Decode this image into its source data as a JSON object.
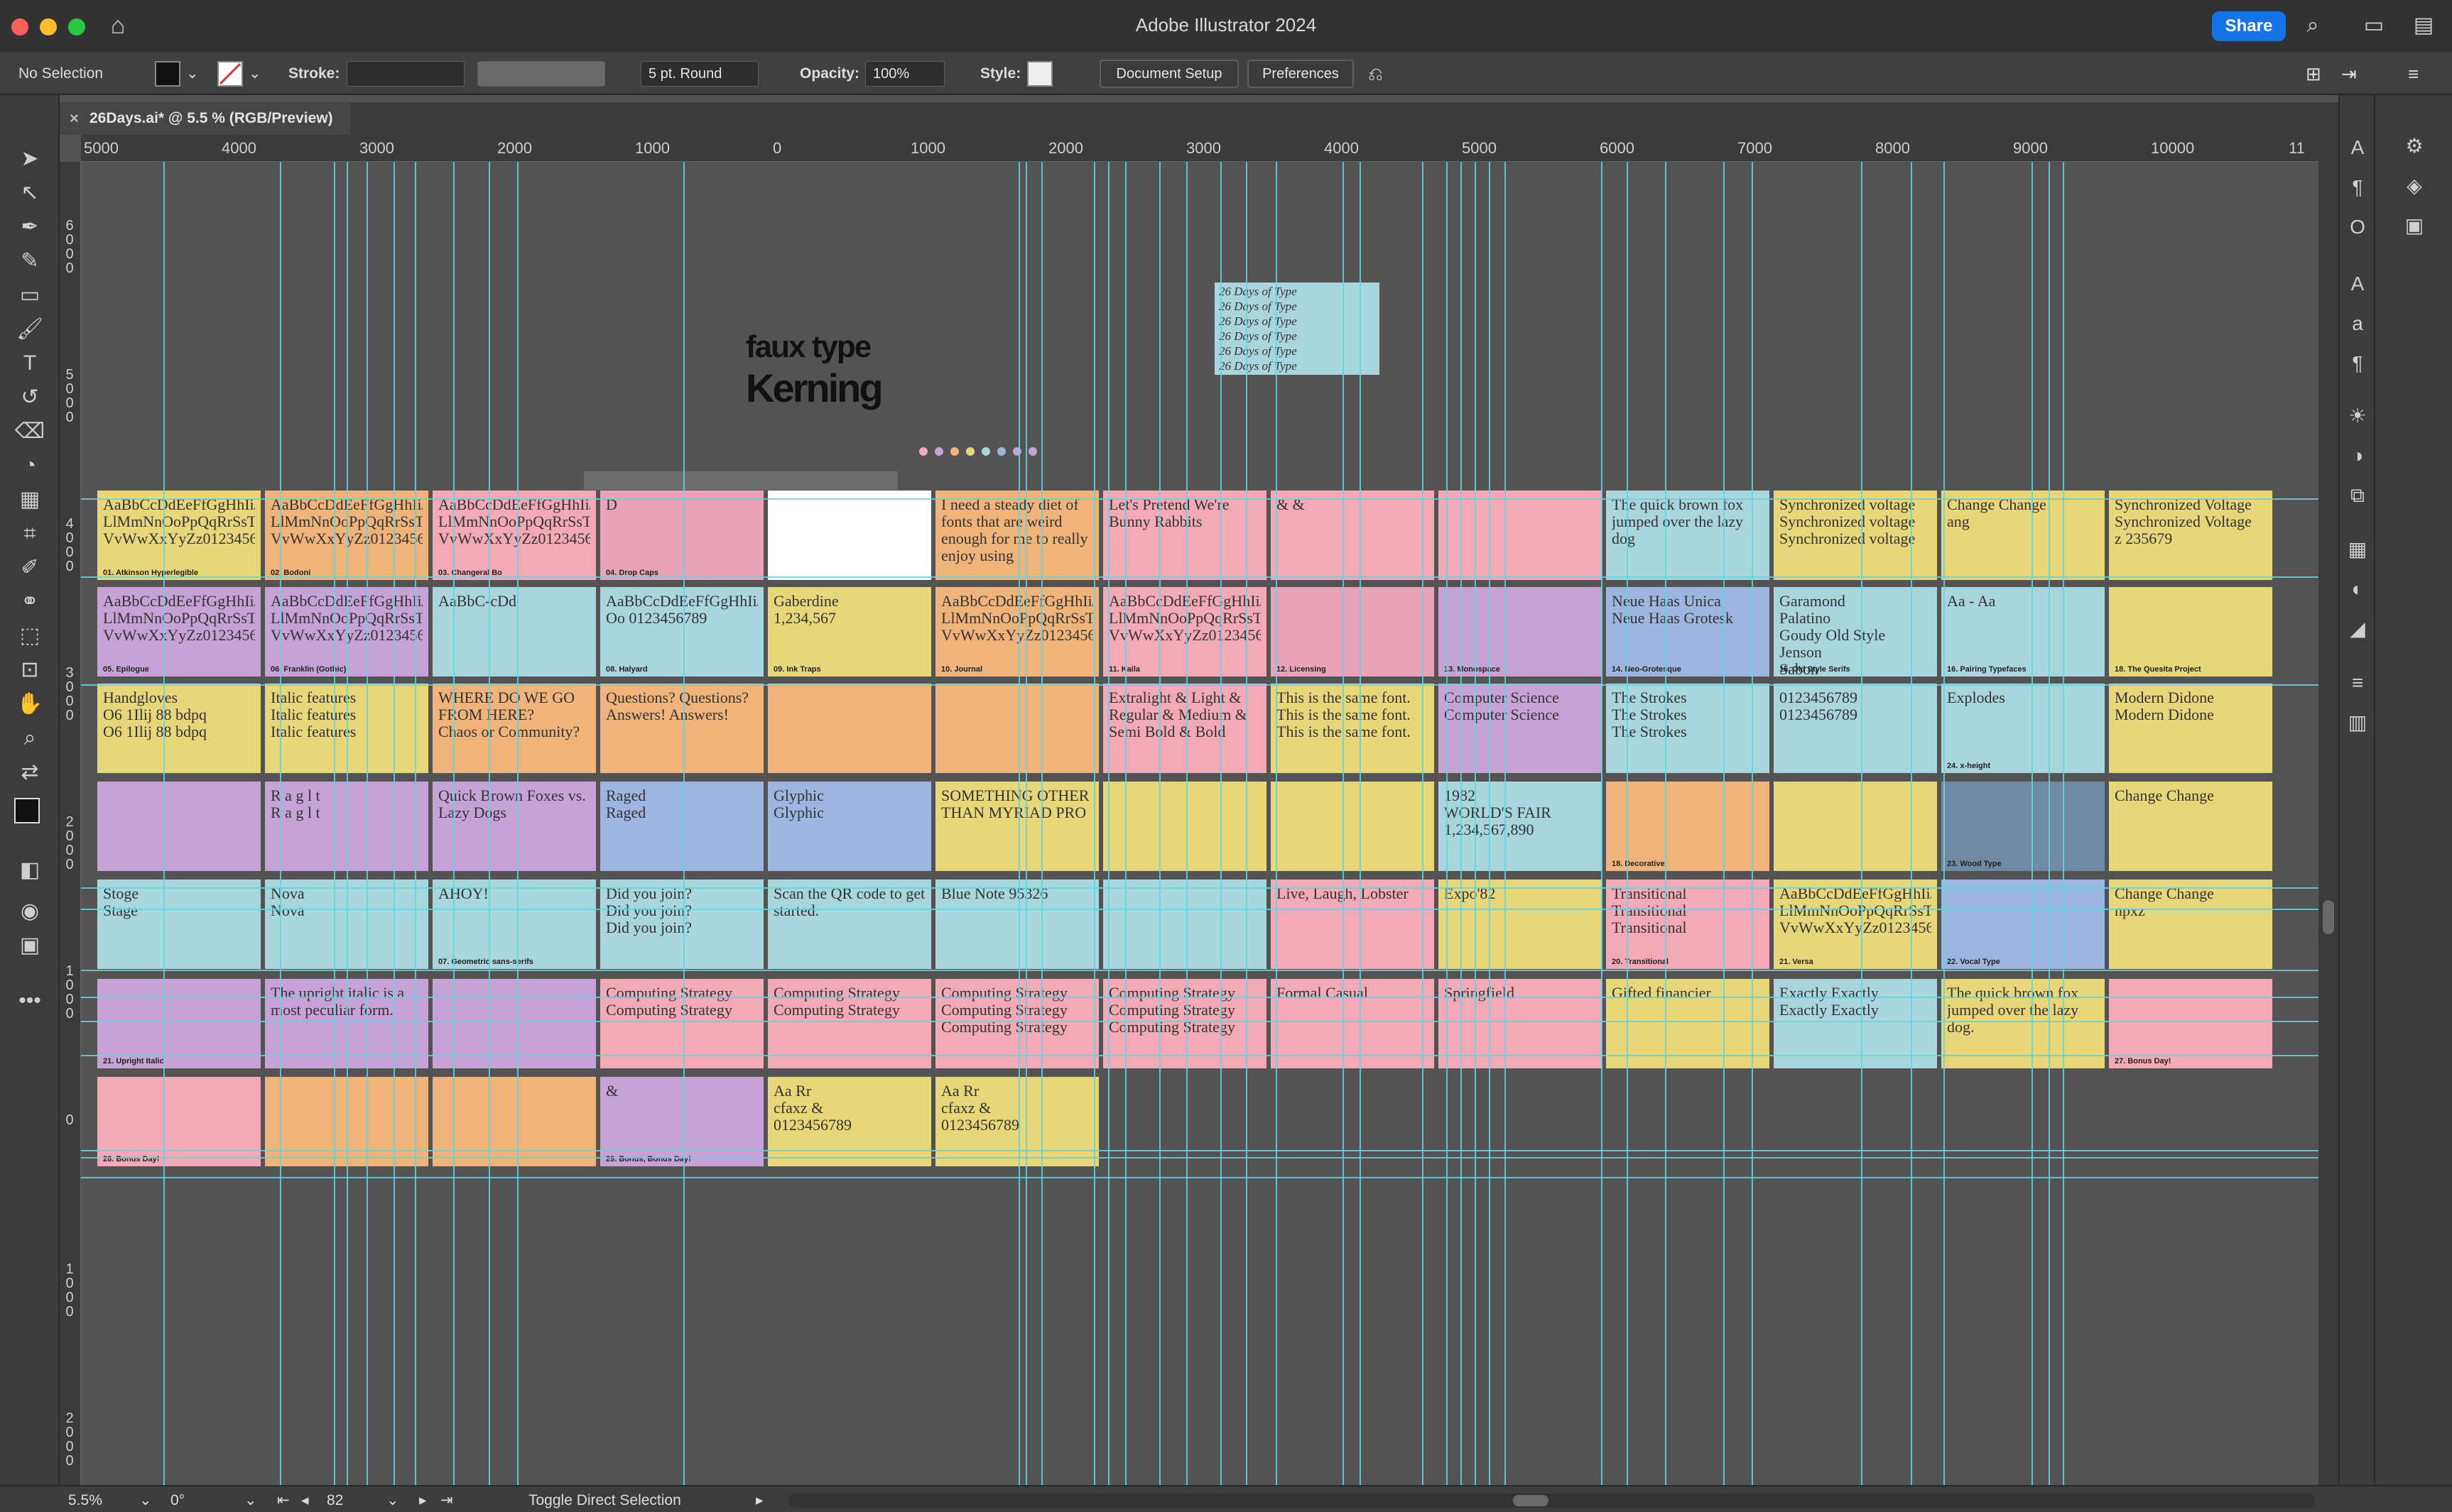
{
  "window": {
    "title": "Adobe Illustrator 2024",
    "share_label": "Share"
  },
  "control": {
    "selection": "No Selection",
    "stroke_label": "Stroke:",
    "brush": "5 pt. Round",
    "opacity_label": "Opacity:",
    "opacity_value": "100%",
    "style_label": "Style:",
    "document_setup": "Document Setup",
    "preferences": "Preferences"
  },
  "tab": {
    "title": "26Days.ai* @ 5.5 % (RGB/Preview)",
    "close": "×"
  },
  "ruler_top": [
    "5000",
    "4000",
    "3000",
    "2000",
    "1000",
    "0",
    "1000",
    "2000",
    "3000",
    "4000",
    "5000",
    "6000",
    "7000",
    "8000",
    "9000",
    "10000",
    "11"
  ],
  "ruler_left": [
    "6000",
    "5000",
    "4000",
    "3000",
    "2000",
    "1000",
    "0",
    "1000",
    "2000"
  ],
  "canvas_text": {
    "faux_type": "faux type",
    "kerning": "Kerning",
    "days_list": "26 Days of Type\n26 Days of Type\n26 Days of Type\n26 Days of Type\n26 Days of Type\n26 Days of Type"
  },
  "artboards": [
    {
      "text": "AaBbCcDdEeFfGgHhIiJjKk LlMmNnOoPpQqRrSsTtUu VvWwXxYyZz0123456789",
      "cap": "01. Atkinson Hyperlegible",
      "color": "#e8d778"
    },
    {
      "text": "AaBbCcDdEeFfGgHhIiJjKk LlMmNnOoPpQqRrSsTtUu VvWwXxYyZz0123456789",
      "cap": "02. Bodoni",
      "color": "#f0b47a"
    },
    {
      "text": "AaBbCcDdEeFfGgHhIiJjKk LlMmNnOoPpQqRrSsTtUu VvWwXxYyZz0123456789",
      "cap": "03. Changeral Bo",
      "color": "#f3a9b6"
    },
    {
      "text": "D",
      "cap": "04. Drop Caps",
      "color": "#e8a3b8"
    },
    {
      "text": "",
      "cap": "",
      "color": "#ffffff"
    },
    {
      "text": "I need a steady diet of fonts that are weird enough for me to really enjoy using",
      "cap": "",
      "color": "#f0b47a"
    },
    {
      "text": "Let's Pretend We're Bunny Rabbits",
      "cap": "",
      "color": "#f3a9b6"
    },
    {
      "text": "& &",
      "cap": "",
      "color": "#f3a9b6"
    },
    {
      "text": "",
      "cap": "",
      "color": "#f3a9b6"
    },
    {
      "text": "The quick brown fox jumped over the lazy dog",
      "cap": "",
      "color": "#a9d6dc"
    },
    {
      "text": "Synchronized voltage\nSynchronized voltage\nSynchronized voltage",
      "cap": "",
      "color": "#e8d778"
    },
    {
      "text": "Change  Change\nang",
      "cap": "",
      "color": "#e8d778"
    },
    {
      "text": "Synchronized Voltage\nSynchronized Voltage\nz 235679",
      "cap": "",
      "color": "#e8d778"
    },
    {
      "text": "AaBbCcDdEeFfGgHhIiJjKk LlMmNnOoPpQqRrSsTtUu VvWwXxYyZz0123456789",
      "cap": "05. Epilogue",
      "color": "#c7a2d6"
    },
    {
      "text": "AaBbCcDdEeFfGgHhIiJjKk LlMmNnOoPpQqRrSsTtUu VvWwXxYyZz0123456789",
      "cap": "06. Franklin (Gothic)",
      "color": "#c7a2d6"
    },
    {
      "text": "AaBbC-cDd",
      "cap": "",
      "color": "#a9d6dc"
    },
    {
      "text": "AaBbCcDdEeFfGgHhIiJjKkLlMmNn Oo 0123456789",
      "cap": "08. Halyard",
      "color": "#a9d6dc"
    },
    {
      "text": "Gaberdine\n1,234,567",
      "cap": "09. Ink Traps",
      "color": "#e8d778"
    },
    {
      "text": "AaBbCcDdEeFfGgHhIiJjKk LlMmNnOoPpQqRrSsTtUu VvWwXxYyZz0123456789",
      "cap": "10. Journal",
      "color": "#f0b47a"
    },
    {
      "text": "AaBbCcDdEeFfGgHhIiJjKk LlMmNnOoPpQqRrSsTtUu VvWwXxYyZz0123456789",
      "cap": "11. Kaila",
      "color": "#f3a9b6"
    },
    {
      "text": "",
      "cap": "12. Licensing",
      "color": "#e8a3b8"
    },
    {
      "text": "",
      "cap": "13. Monospace",
      "color": "#c7a2d6"
    },
    {
      "text": "Neue Haas Unica\nNeue Haas Grotesk",
      "cap": "14. Neo-Grotesque",
      "color": "#9db6e0"
    },
    {
      "text": "Garamond\nPalatino\nGoudy Old Style\nJenson\nSabon",
      "cap": "15. Old Style Serifs",
      "color": "#a9d6dc"
    },
    {
      "text": "Aa - Aa",
      "cap": "16. Pairing Typefaces",
      "color": "#a9d6dc"
    },
    {
      "text": "",
      "cap": "18. The Quesita Project",
      "color": "#e8d778"
    },
    {
      "text": "Handgloves\nO6 1Ilij 88 bdpq\nO6 1Ilij 88 bdpq",
      "cap": "",
      "color": "#e8d778"
    },
    {
      "text": "Italic features\nItalic features\nItalic features",
      "cap": "",
      "color": "#e8d778"
    },
    {
      "text": "WHERE DO WE GO FROM HERE?\nChaos or Community?",
      "cap": "",
      "color": "#f0b47a"
    },
    {
      "text": "Questions? Questions? Answers! Answers!",
      "cap": "",
      "color": "#f0b47a"
    },
    {
      "text": "",
      "cap": "",
      "color": "#f0b47a"
    },
    {
      "text": "",
      "cap": "",
      "color": "#f0b47a"
    },
    {
      "text": "Extralight & Light & Regular & Medium & Semi Bold & Bold",
      "cap": "",
      "color": "#f3a9b6"
    },
    {
      "text": "This is the same font.\nThis is the same font.\nThis is the same font.",
      "cap": "",
      "color": "#e8d778"
    },
    {
      "text": "Computer Science\nComputer Science",
      "cap": "",
      "color": "#c7a2d6"
    },
    {
      "text": "The Strokes\nThe Strokes\nThe Strokes",
      "cap": "",
      "color": "#a9d6dc"
    },
    {
      "text": "0123456789\n0123456789",
      "cap": "",
      "color": "#a9d6dc"
    },
    {
      "text": "Explodes",
      "cap": "24. x-height",
      "color": "#a9d6dc"
    },
    {
      "text": "Modern Didone\nModern Didone",
      "cap": "",
      "color": "#e8d778"
    },
    {
      "text": "",
      "cap": "",
      "color": "#c7a2d6"
    },
    {
      "text": "R a g l t\nR a g l t",
      "cap": "",
      "color": "#c7a2d6"
    },
    {
      "text": "Quick Brown Foxes vs. Lazy Dogs",
      "cap": "",
      "color": "#c7a2d6"
    },
    {
      "text": "Raged\nRaged",
      "cap": "",
      "color": "#9db6e0"
    },
    {
      "text": "Glyphic\nGlyphic",
      "cap": "",
      "color": "#9db6e0"
    },
    {
      "text": "SOMETHING OTHER THAN MYRIAD PRO",
      "cap": "",
      "color": "#e8d778"
    },
    {
      "text": "",
      "cap": "",
      "color": "#e8d778"
    },
    {
      "text": "",
      "cap": "",
      "color": "#e8d778"
    },
    {
      "text": "1982\nWORLD'S FAIR\n1,234,567,890",
      "cap": "",
      "color": "#a9d6dc"
    },
    {
      "text": "",
      "cap": "18. Decorative",
      "color": "#f0b47a"
    },
    {
      "text": "",
      "cap": "",
      "color": "#e8d778"
    },
    {
      "text": "",
      "cap": "23. Wood Type",
      "color": "#6f8aa3"
    },
    {
      "text": "Change  Change",
      "cap": "",
      "color": "#e8d778"
    },
    {
      "text": "Stoge\nStage",
      "cap": "",
      "color": "#a9d6dc"
    },
    {
      "text": "Nova\nNova",
      "cap": "",
      "color": "#a9d6dc"
    },
    {
      "text": "AHOY!",
      "cap": "07. Geometric sans-serifs",
      "color": "#a9d6dc"
    },
    {
      "text": "Did you join?\nDid you join?\nDid you join?",
      "cap": "",
      "color": "#a9d6dc"
    },
    {
      "text": "Scan the QR code to get started.",
      "cap": "",
      "color": "#a9d6dc"
    },
    {
      "text": "Blue Note 95326",
      "cap": "",
      "color": "#a9d6dc"
    },
    {
      "text": "",
      "cap": "",
      "color": "#a9d6dc"
    },
    {
      "text": "Live, Laugh, Lobster",
      "cap": "",
      "color": "#f3a9b6"
    },
    {
      "text": "Expo'82",
      "cap": "",
      "color": "#e8d778"
    },
    {
      "text": "Transitional\nTransitional\nTransitional",
      "cap": "20. Transitional",
      "color": "#f3a9b6"
    },
    {
      "text": "AaBbCcDdEeFfGgHhIiJjKk LlMmNnOoPpQqRrSsTtUu VvWwXxYyZz0123456789",
      "cap": "21. Versa",
      "color": "#e8d778"
    },
    {
      "text": "",
      "cap": "22. Vocal Type",
      "color": "#9db6e0"
    },
    {
      "text": "Change  Change\nnpxz",
      "cap": "",
      "color": "#e8d778"
    },
    {
      "text": "",
      "cap": "21. Upright Italic",
      "color": "#c7a2d6"
    },
    {
      "text": "The upright italic is a most peculiar form.",
      "cap": "",
      "color": "#c7a2d6"
    },
    {
      "text": "",
      "cap": "",
      "color": "#c7a2d6"
    },
    {
      "text": "Computing Strategy\nComputing Strategy",
      "cap": "",
      "color": "#f3a9b6"
    },
    {
      "text": "Computing Strategy\nComputing Strategy",
      "cap": "",
      "color": "#f3a9b6"
    },
    {
      "text": "Computing Strategy\nComputing Strategy\nComputing Strategy",
      "cap": "",
      "color": "#f3a9b6"
    },
    {
      "text": "Computing Strategy\nComputing Strategy\nComputing Strategy",
      "cap": "",
      "color": "#f3a9b6"
    },
    {
      "text": "Formal  Casual",
      "cap": "",
      "color": "#f3a9b6"
    },
    {
      "text": "Springfield",
      "cap": "",
      "color": "#f3a9b6"
    },
    {
      "text": "Gifted financier",
      "cap": "",
      "color": "#e8d778"
    },
    {
      "text": "Exactly  Exactly\nExactly  Exactly",
      "cap": "",
      "color": "#a9d6dc"
    },
    {
      "text": "The quick brown fox jumped over the lazy dog.",
      "cap": "",
      "color": "#e8d778"
    },
    {
      "text": "",
      "cap": "27. Bonus Day!",
      "color": "#f3a9b6"
    },
    {
      "text": "",
      "cap": "28. Bonus Day!",
      "color": "#f3a9b6"
    },
    {
      "text": "",
      "cap": "",
      "color": "#f0b47a"
    },
    {
      "text": "",
      "cap": "",
      "color": "#f0b47a"
    },
    {
      "text": "&",
      "cap": "29. Bonus, Bonus Day!",
      "color": "#c7a2d6"
    },
    {
      "text": "Aa Rr\ncfaxz &\n0123456789",
      "cap": "",
      "color": "#e8d778"
    },
    {
      "text": "Aa Rr\ncfaxz &\n0123456789",
      "cap": "",
      "color": "#e8d778"
    }
  ],
  "status": {
    "zoom": "5.5%",
    "angle": "0°",
    "page": "82",
    "message": "Toggle Direct Selection"
  },
  "colors": {
    "guide": "#5fd6e0",
    "share": "#1473e6"
  },
  "icons": [
    "home-icon",
    "search-icon",
    "panels-icon",
    "arrange-icon",
    "selection-tool-icon",
    "direct-selection-tool-icon",
    "pen-tool-icon",
    "type-tool-icon",
    "rectangle-tool-icon",
    "zoom-tool-icon"
  ]
}
